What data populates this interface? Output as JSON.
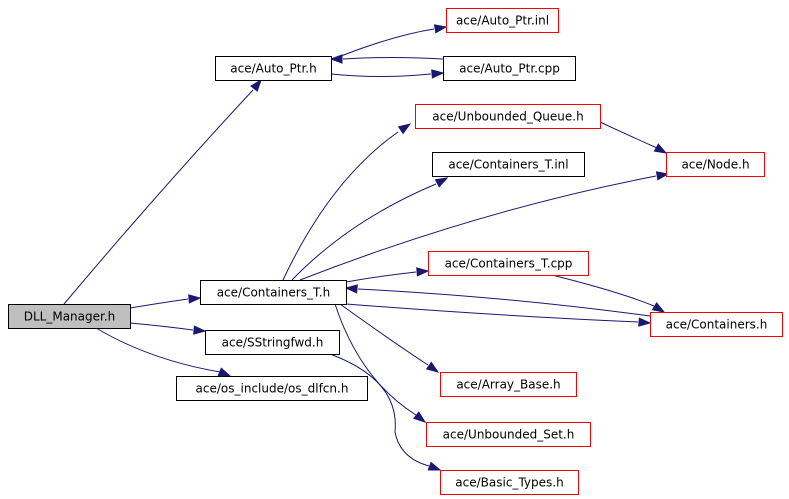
{
  "colors": {
    "edge": "#191970",
    "root_fill": "#bfbfbf",
    "documented_border": "#000000",
    "undocumented_border": "#ff0000",
    "node_fill": "#ffffff"
  },
  "nodes": [
    {
      "id": "dll_manager",
      "label": "DLL_Manager.h",
      "style": "root"
    },
    {
      "id": "auto_ptr_h",
      "label": "ace/Auto_Ptr.h",
      "style": "documented"
    },
    {
      "id": "auto_ptr_inl",
      "label": "ace/Auto_Ptr.inl",
      "style": "undocumented"
    },
    {
      "id": "auto_ptr_cpp",
      "label": "ace/Auto_Ptr.cpp",
      "style": "documented"
    },
    {
      "id": "unbounded_queue",
      "label": "ace/Unbounded_Queue.h",
      "style": "undocumented"
    },
    {
      "id": "containers_t_inl",
      "label": "ace/Containers_T.inl",
      "style": "documented"
    },
    {
      "id": "node_h",
      "label": "ace/Node.h",
      "style": "undocumented"
    },
    {
      "id": "containers_t_h",
      "label": "ace/Containers_T.h",
      "style": "documented"
    },
    {
      "id": "containers_t_cpp",
      "label": "ace/Containers_T.cpp",
      "style": "undocumented"
    },
    {
      "id": "containers_h",
      "label": "ace/Containers.h",
      "style": "undocumented"
    },
    {
      "id": "sstringfwd",
      "label": "ace/SStringfwd.h",
      "style": "documented"
    },
    {
      "id": "os_dlfcn",
      "label": "ace/os_include/os_dlfcn.h",
      "style": "documented"
    },
    {
      "id": "array_base",
      "label": "ace/Array_Base.h",
      "style": "undocumented"
    },
    {
      "id": "unbounded_set",
      "label": "ace/Unbounded_Set.h",
      "style": "undocumented"
    },
    {
      "id": "basic_types",
      "label": "ace/Basic_Types.h",
      "style": "undocumented"
    }
  ],
  "edges": [
    {
      "from": "dll_manager",
      "to": "auto_ptr_h"
    },
    {
      "from": "dll_manager",
      "to": "containers_t_h"
    },
    {
      "from": "dll_manager",
      "to": "sstringfwd"
    },
    {
      "from": "dll_manager",
      "to": "os_dlfcn"
    },
    {
      "from": "auto_ptr_h",
      "to": "auto_ptr_inl"
    },
    {
      "from": "auto_ptr_h",
      "to": "auto_ptr_cpp"
    },
    {
      "from": "auto_ptr_cpp",
      "to": "auto_ptr_h"
    },
    {
      "from": "containers_t_h",
      "to": "unbounded_queue"
    },
    {
      "from": "containers_t_h",
      "to": "containers_t_inl"
    },
    {
      "from": "containers_t_h",
      "to": "node_h"
    },
    {
      "from": "containers_t_h",
      "to": "containers_t_cpp"
    },
    {
      "from": "containers_t_h",
      "to": "containers_h"
    },
    {
      "from": "containers_t_h",
      "to": "array_base"
    },
    {
      "from": "containers_t_h",
      "to": "unbounded_set"
    },
    {
      "from": "containers_t_cpp",
      "to": "containers_h"
    },
    {
      "from": "containers_h",
      "to": "containers_t_h"
    },
    {
      "from": "unbounded_queue",
      "to": "node_h"
    },
    {
      "from": "sstringfwd",
      "to": "basic_types"
    }
  ]
}
